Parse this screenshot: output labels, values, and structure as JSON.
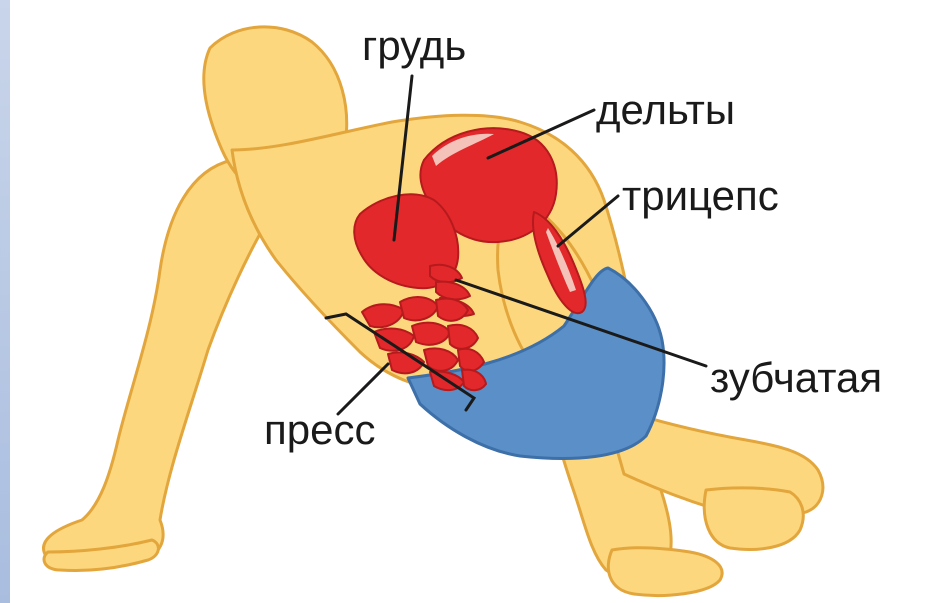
{
  "labels": {
    "chest": "грудь",
    "deltoids": "дельты",
    "triceps": "трицепс",
    "serratus": "зубчатая",
    "abs": "пресс"
  },
  "colors": {
    "skin": "#fdd77d",
    "skin_outline": "#e2a63d",
    "muscle": "#e2282b",
    "muscle_dark": "#b51a1d",
    "shorts": "#5b8fc7",
    "leader_line": "#1a1a1a",
    "left_strip": "#b7c8e4"
  }
}
